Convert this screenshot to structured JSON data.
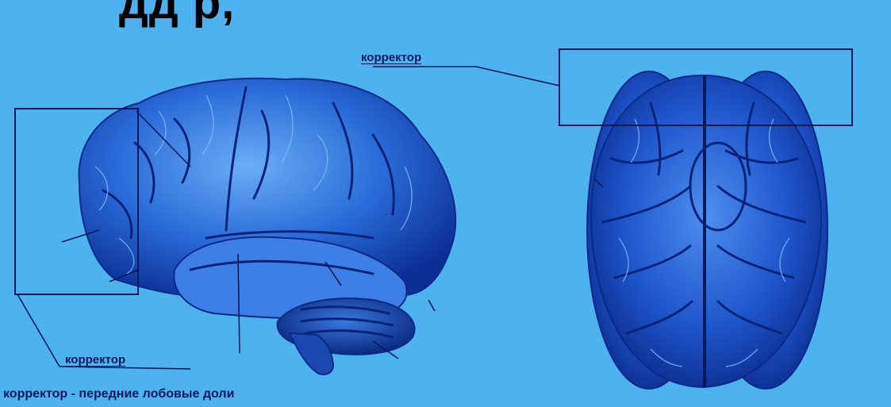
{
  "title_fragment": "дд р,",
  "labels": {
    "top": "корректор",
    "bottom": "корректор"
  },
  "caption": "корректор - передние лобовые доли",
  "colors": {
    "background": "#4fb2f0",
    "brain_dark": "#0a2a8a",
    "brain_mid": "#1f5fd0",
    "brain_light": "#5fa8f4",
    "line": "#0b1a5c"
  }
}
